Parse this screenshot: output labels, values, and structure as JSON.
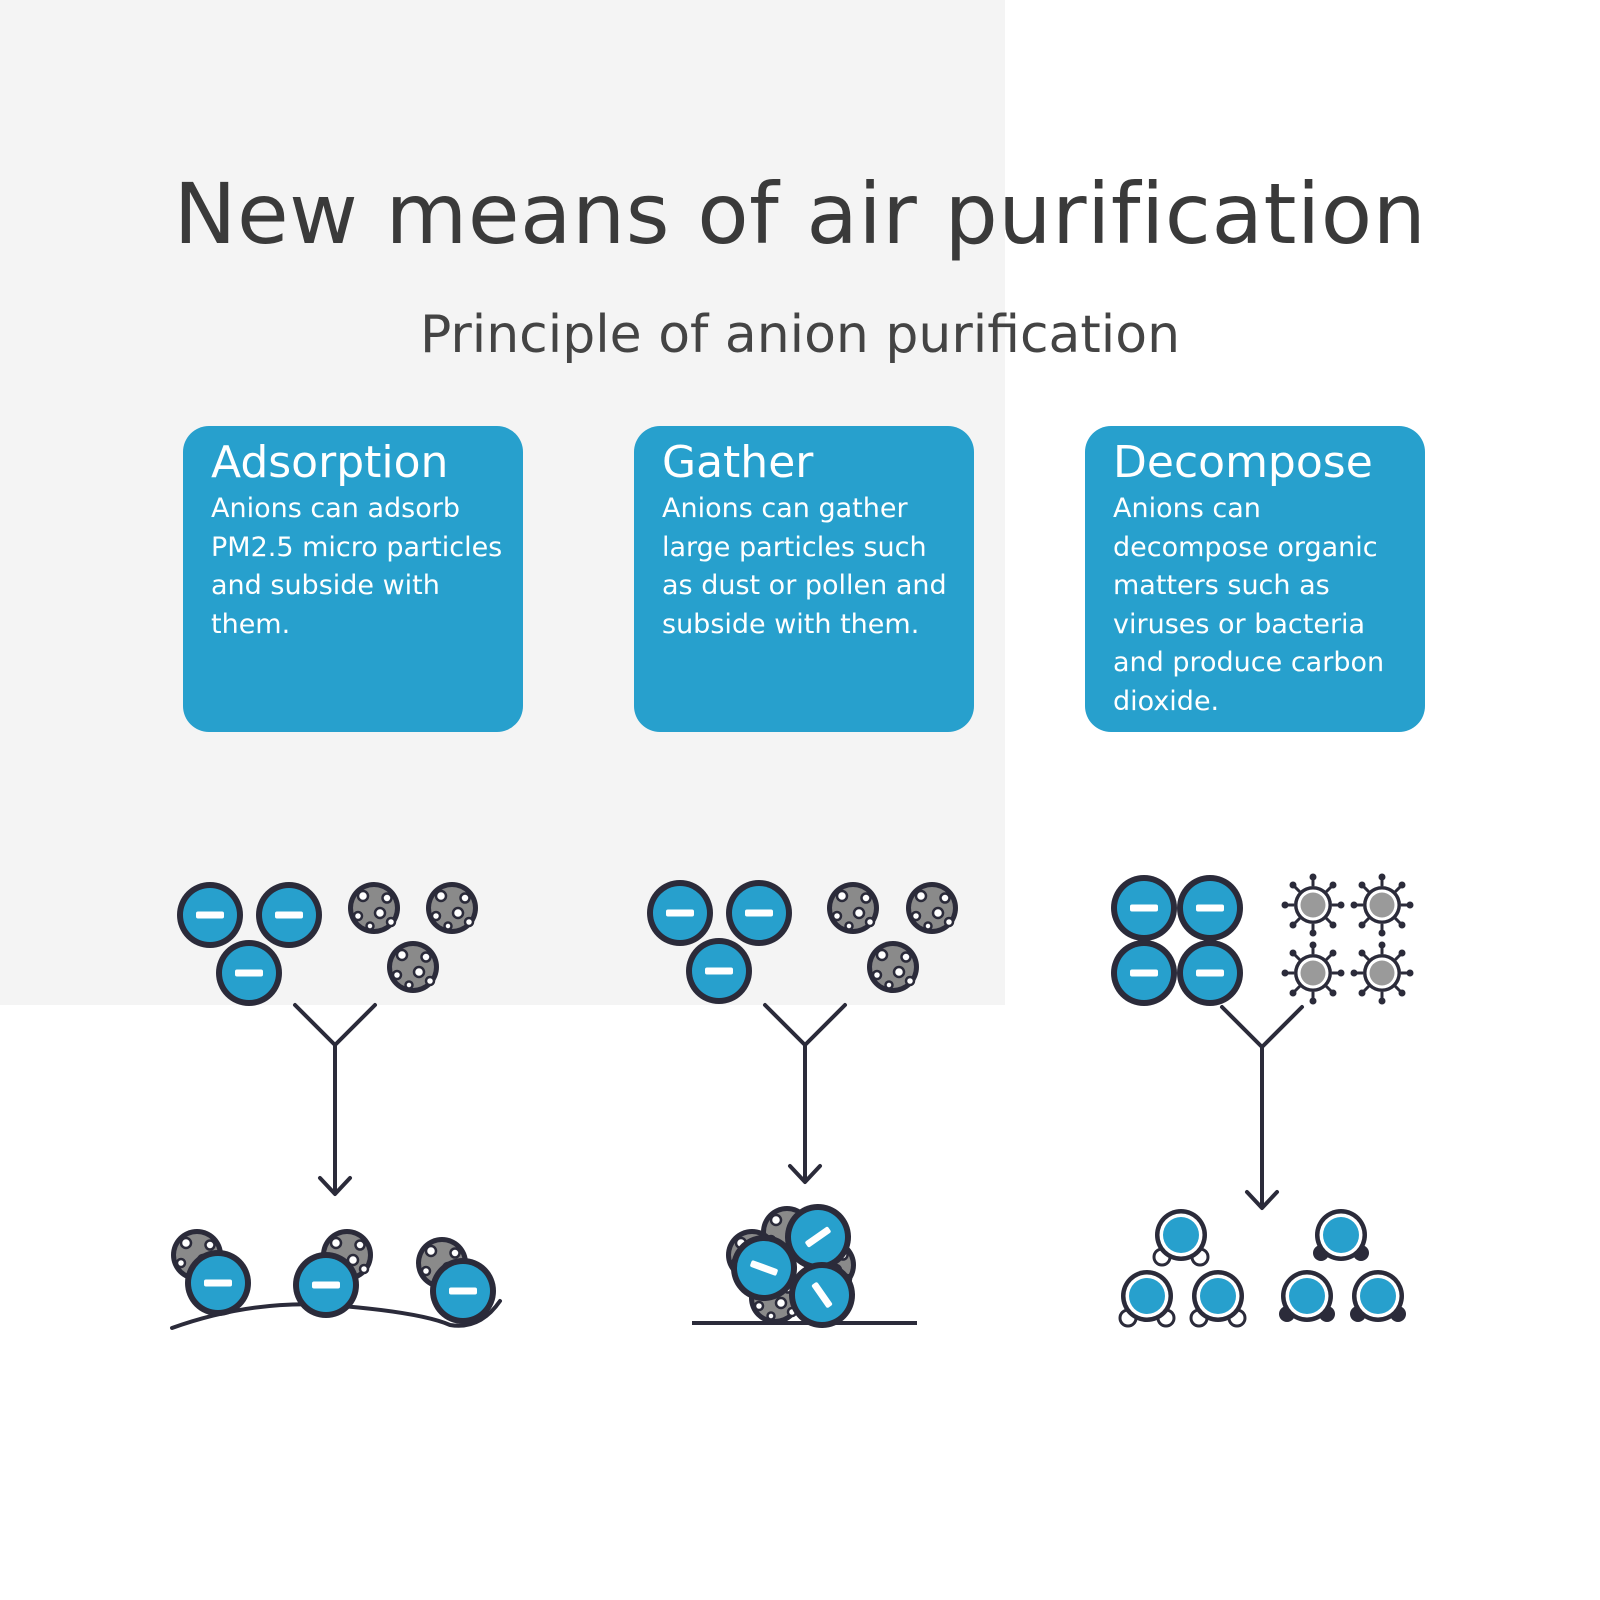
{
  "header": {
    "title": "New means of air purification",
    "subtitle": "Principle of anion purification"
  },
  "cards": [
    {
      "title": "Adsorption",
      "description": "Anions can adsorb PM2.5 micro particles and subside with them."
    },
    {
      "title": "Gather",
      "description": "Anions can gather large particles such as dust or pollen and subside with them."
    },
    {
      "title": "Decompose",
      "description": "Anions can decompose organic matters such as viruses or bacteria and produce carbon dioxide."
    }
  ],
  "colors": {
    "accent": "#27a0cd",
    "text": "#3a3a3a",
    "panel": "#f4f4f4",
    "particle": "#8a8a8a",
    "outline": "#2b2b3a"
  },
  "icons": {
    "anion": "anion-icon",
    "particle": "particle-icon",
    "virus": "virus-icon",
    "arrow": "merge-arrow-icon"
  }
}
